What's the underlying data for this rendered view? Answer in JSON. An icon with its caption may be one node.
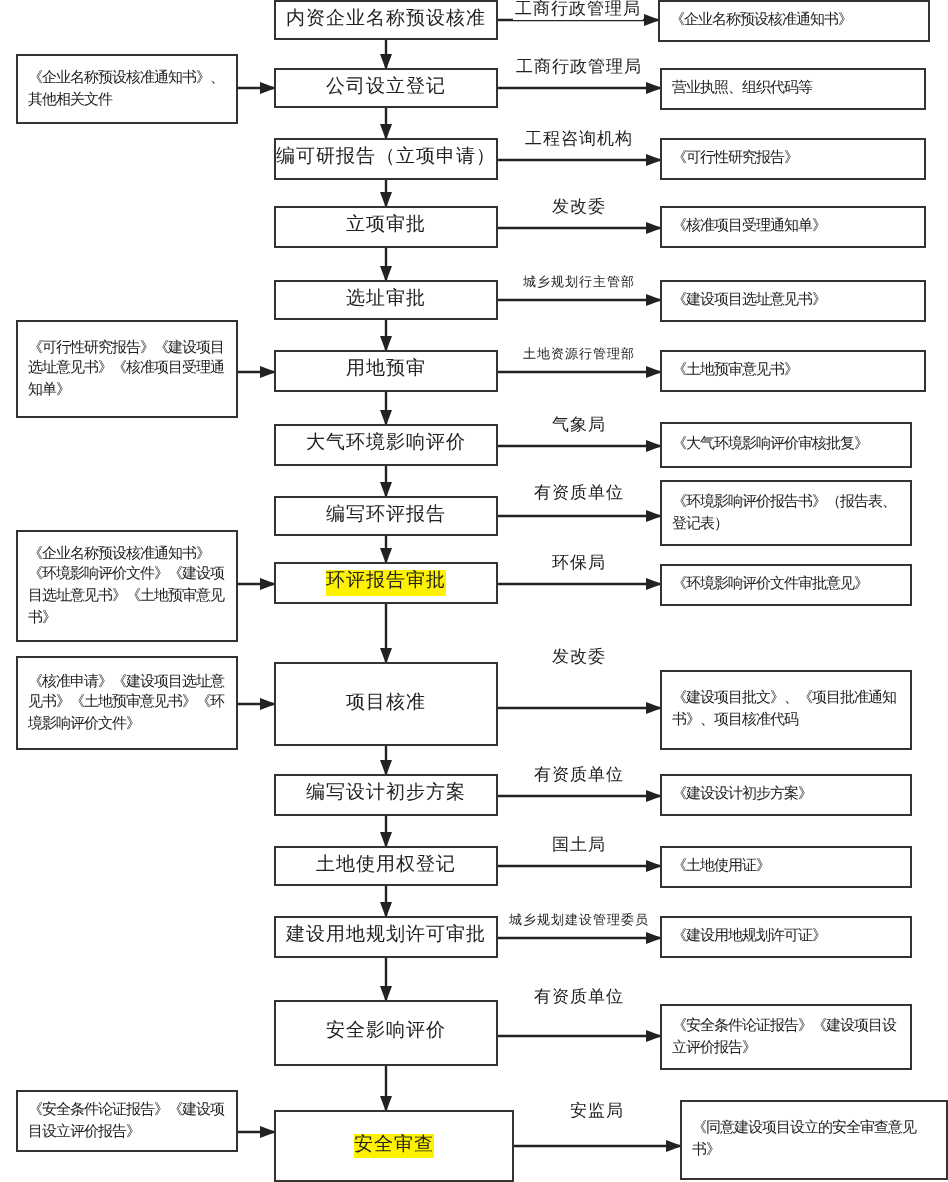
{
  "diagram": {
    "nodes": [
      {
        "text": [
          "内资企业名称预设核准"
        ]
      },
      {
        "text": [
          "《企业名称预设核准通知书》"
        ]
      },
      {
        "text": [
          "《企业名称预设核准通知书》、其他相关文件"
        ]
      },
      {
        "text": [
          "公司设立登记"
        ]
      },
      {
        "text": [
          "营业执照、组织代码等"
        ]
      },
      {
        "text": [
          "编可研报告（立项申请）"
        ]
      },
      {
        "text": [
          "《可行性研究报告》"
        ]
      },
      {
        "text": [
          "立项审批"
        ]
      },
      {
        "text": [
          "《核准项目受理通知单》"
        ]
      },
      {
        "text": [
          "选址审批"
        ]
      },
      {
        "text": [
          "《建设项目选址意见书》"
        ]
      },
      {
        "text": [
          "《可行性研究报告》《建设项目选址意见书》《核准项目受理通知单》"
        ]
      },
      {
        "text": [
          "用地预审"
        ]
      },
      {
        "text": [
          "《土地预审意见书》"
        ]
      },
      {
        "text": [
          "大气环境影响评价"
        ]
      },
      {
        "text": [
          "《大气环境影响评价审核批复》"
        ]
      },
      {
        "text": [
          "编写环评报告"
        ]
      },
      {
        "text": [
          "《环境影响评价报告书》（报告表、登记表）"
        ]
      },
      {
        "text": [
          "《企业名称预设核准通知书》《环境影响评价文件》《建设项目选址意见书》《土地预审意见书》"
        ]
      },
      {
        "text": [
          "环评报告审批"
        ]
      },
      {
        "text": [
          "《环境影响评价文件审批意见》"
        ]
      },
      {
        "text": [
          "《核准申请》《建设项目选址意见书》《土地预审意见书》《环境影响评价文件》"
        ]
      },
      {
        "text": [
          "项目核准"
        ]
      },
      {
        "text": [
          "《建设项目批文》、《项目批准通知书》、项目核准代码"
        ]
      },
      {
        "text": [
          "编写设计初步方案"
        ]
      },
      {
        "text": [
          "《建设设计初步方案》"
        ]
      },
      {
        "text": [
          "土地使用权登记"
        ]
      },
      {
        "text": [
          "《土地使用证》"
        ]
      },
      {
        "text": [
          "建设用地规划许可审批"
        ]
      },
      {
        "text": [
          "《建设用地规划许可证》"
        ]
      },
      {
        "text": [
          "安全影响评价"
        ]
      },
      {
        "text": [
          "《安全条件论证报告》《建设项目设立评价报告》"
        ]
      },
      {
        "text": [
          "《安全条件论证报告》《建设项目设立评价报告》"
        ]
      },
      {
        "text": [
          "安全审查"
        ]
      },
      {
        "text": [
          "《同意建设项目设立的安全审查意见书》"
        ]
      }
    ],
    "edges": [
      {
        "from": 0,
        "to": 1,
        "arrow": "to",
        "label": "工商行政管理局"
      },
      {
        "from": 0,
        "to": 3,
        "arrow": "to"
      },
      {
        "from": 2,
        "to": 3,
        "arrow": "to"
      },
      {
        "from": 3,
        "to": 4,
        "arrow": "to",
        "label": "工商行政管理局"
      },
      {
        "from": 3,
        "to": 5,
        "arrow": "to"
      },
      {
        "from": 5,
        "to": 6,
        "arrow": "to",
        "label": "工程咨询机构"
      },
      {
        "from": 5,
        "to": 7,
        "arrow": "to"
      },
      {
        "from": 7,
        "to": 8,
        "arrow": "to",
        "label": "发改委"
      },
      {
        "from": 7,
        "to": 9,
        "arrow": "to"
      },
      {
        "from": 9,
        "to": 10,
        "arrow": "to",
        "label": "城乡规划行主管部"
      },
      {
        "from": 9,
        "to": 12,
        "arrow": "to"
      },
      {
        "from": 11,
        "to": 12,
        "arrow": "to"
      },
      {
        "from": 12,
        "to": 13,
        "arrow": "to",
        "label": "土地资源行管理部"
      },
      {
        "from": 12,
        "to": 14,
        "arrow": "to"
      },
      {
        "from": 14,
        "to": 15,
        "arrow": "to",
        "label": "气象局"
      },
      {
        "from": 14,
        "to": 16,
        "arrow": "to"
      },
      {
        "from": 16,
        "to": 17,
        "arrow": "to",
        "label": "有资质单位"
      },
      {
        "from": 16,
        "to": 19,
        "arrow": "to"
      },
      {
        "from": 18,
        "to": 19,
        "arrow": "to"
      },
      {
        "from": 19,
        "to": 20,
        "arrow": "to",
        "label": "环保局"
      },
      {
        "from": 19,
        "to": 22,
        "arrow": "to"
      },
      {
        "from": 21,
        "to": 22,
        "arrow": "to"
      },
      {
        "from": 22,
        "to": 23,
        "arrow": "to",
        "label": "发改委"
      },
      {
        "from": 22,
        "to": 24,
        "arrow": "to"
      },
      {
        "from": 24,
        "to": 25,
        "arrow": "to",
        "label": "有资质单位"
      },
      {
        "from": 24,
        "to": 26,
        "arrow": "to"
      },
      {
        "from": 26,
        "to": 27,
        "arrow": "to",
        "label": "国土局"
      },
      {
        "from": 26,
        "to": 28,
        "arrow": "to"
      },
      {
        "from": 28,
        "to": 29,
        "arrow": "to",
        "label": "城乡规划建设管理委员"
      },
      {
        "from": 28,
        "to": 30,
        "arrow": "to"
      },
      {
        "from": 30,
        "to": 31,
        "arrow": "to",
        "label": "有资质单位"
      },
      {
        "from": 30,
        "to": 33,
        "arrow": "to"
      },
      {
        "from": 32,
        "to": 33,
        "arrow": "to"
      },
      {
        "from": 33,
        "to": 34,
        "arrow": "to",
        "label": "安监局"
      }
    ]
  }
}
